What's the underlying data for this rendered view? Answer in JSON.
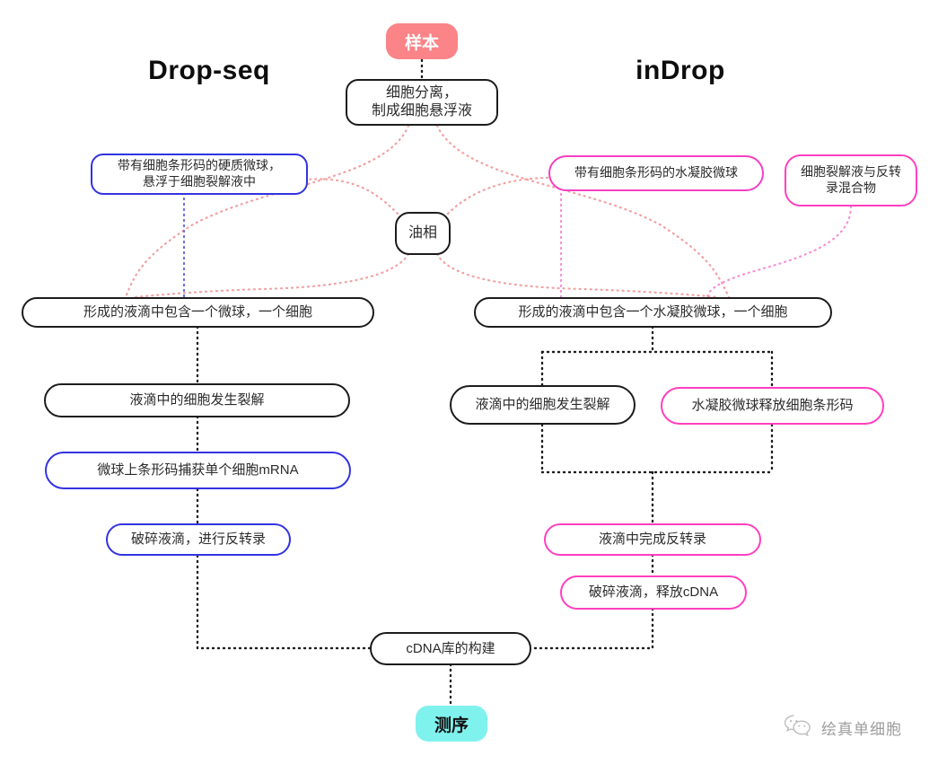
{
  "diagram": {
    "type": "flowchart",
    "title_left": "Drop-seq",
    "title_right": "inDrop",
    "tags": {
      "sample": "样本",
      "sequencing": "测序"
    },
    "colors": {
      "sample_bg": "#fa8487",
      "sequencing_bg": "#80f2ee",
      "black_border": "#1c1c1c",
      "blue_border": "#3333e0",
      "pink_border": "#f43fc3",
      "magenta_border": "#ff3fbf",
      "edge_black": "#1c1c1c",
      "edge_salmon": "#f2a0a0",
      "edge_blue": "#6a6ae0",
      "edge_pink": "#f48fd8"
    },
    "nodes": {
      "cell_sep": "细胞分离，\n制成细胞悬浮液",
      "oil_phase": "油相",
      "dropseq_beads": "带有细胞条形码的硬质微球，\n悬浮于细胞裂解液中",
      "indrop_beads": "带有细胞条形码的水凝胶微球",
      "lysis_rt_mix": "细胞裂解液与反转\n录混合物",
      "dropseq_droplet": "形成的液滴中包含一个微球，一个细胞",
      "indrop_droplet": "形成的液滴中包含一个水凝胶微球，一个细胞",
      "dropseq_lysis": "液滴中的细胞发生裂解",
      "dropseq_capture": "微球上条形码捕获单个细胞mRNA",
      "dropseq_break": "破碎液滴，进行反转录",
      "indrop_lysis": "液滴中的细胞发生裂解",
      "indrop_release": "水凝胶微球释放细胞条形码",
      "indrop_rt": "液滴中完成反转录",
      "indrop_break": "破碎液滴，释放cDNA",
      "cdna_library": "cDNA库的构建"
    },
    "watermark": {
      "text": "绘真单细胞",
      "icon": "wechat-icon"
    }
  }
}
